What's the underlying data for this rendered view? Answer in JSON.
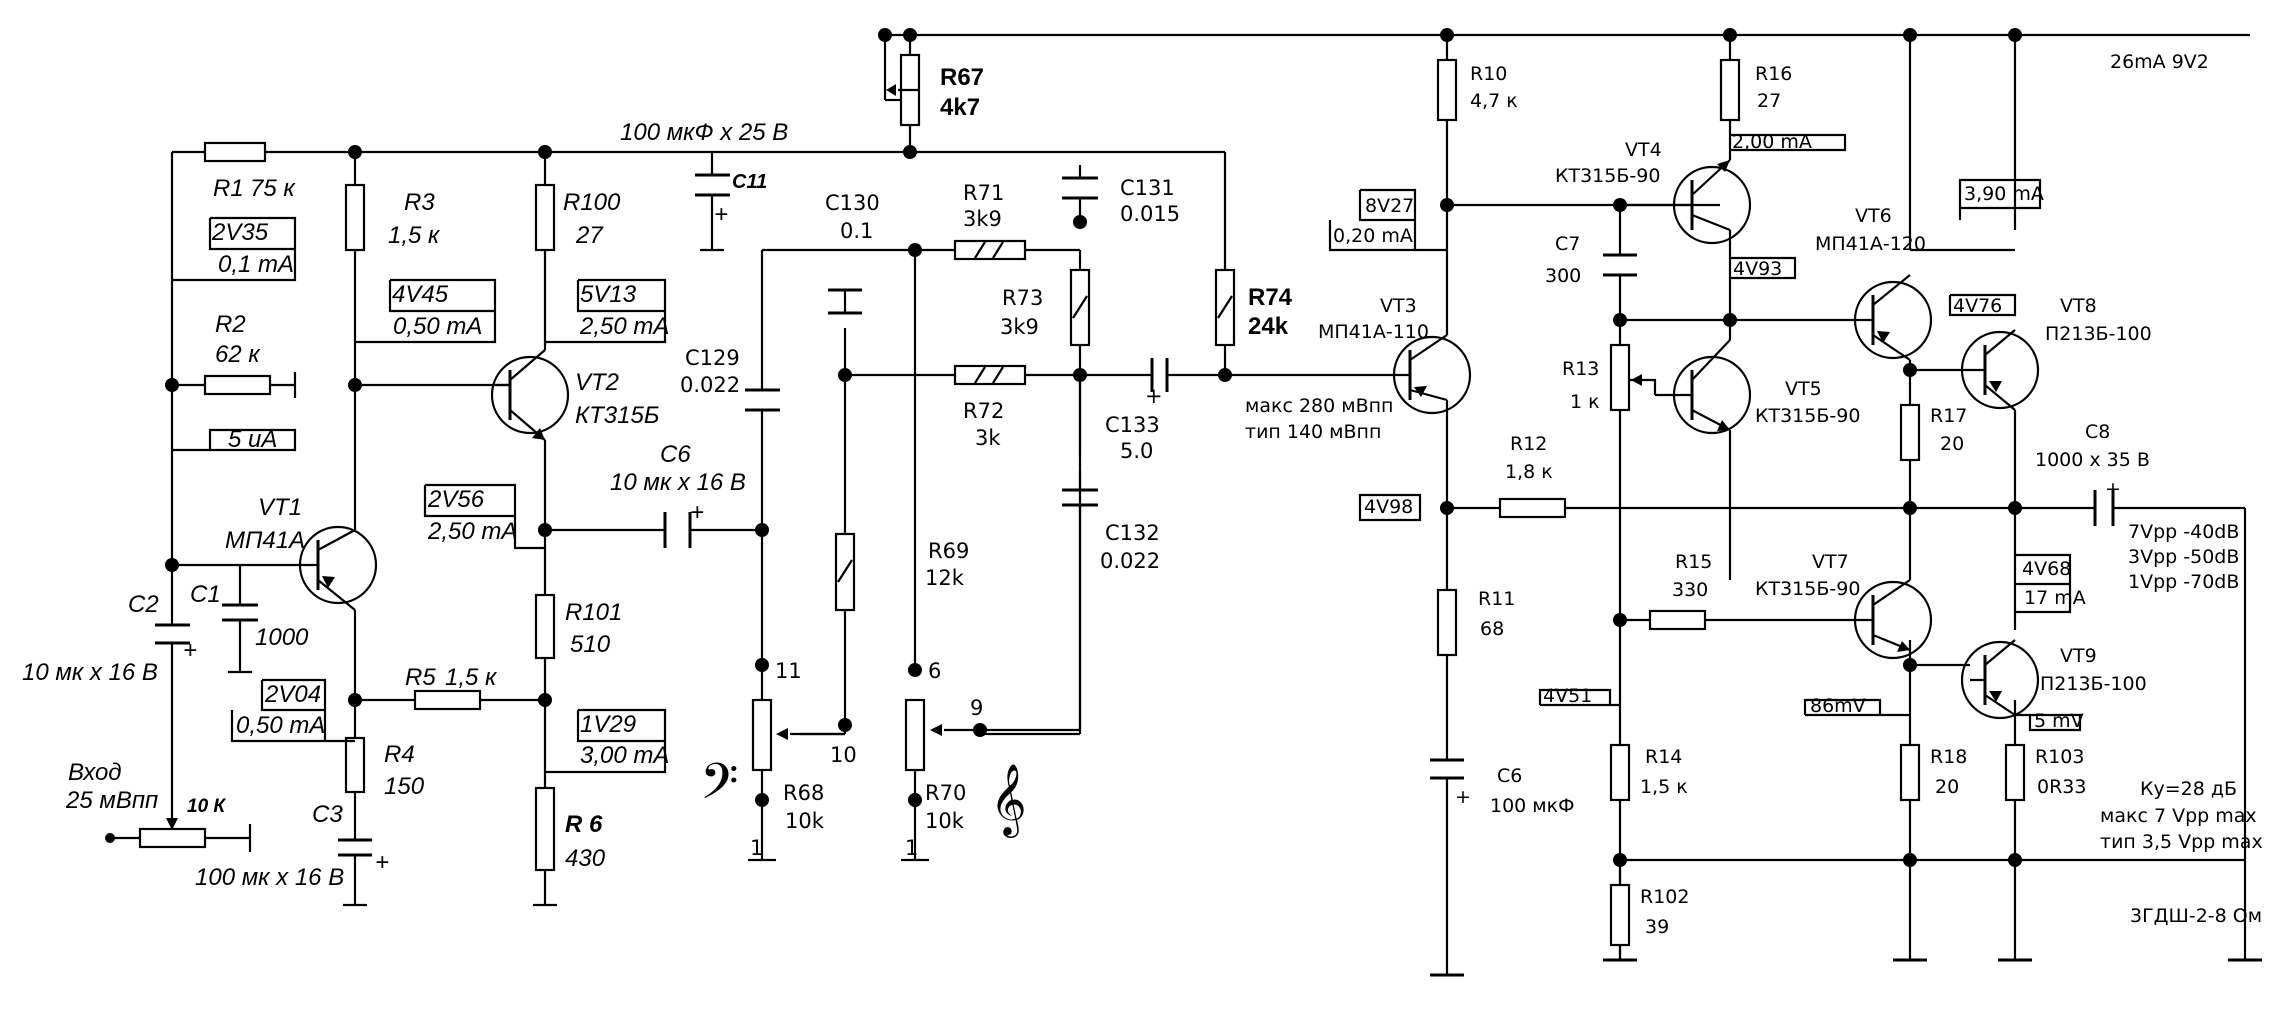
{
  "left": {
    "r1": {
      "name": "R1",
      "value": "75 к"
    },
    "r1_meas": {
      "voltage": "2V35",
      "current": "0,1 mA"
    },
    "r2": {
      "name": "R2",
      "value": "62 к"
    },
    "r2_meas": "5 uA",
    "r3": {
      "name": "R3",
      "value": "1,5 к"
    },
    "r3_meas": {
      "voltage": "4V45",
      "current": "0,50 mA"
    },
    "r100": {
      "name": "R100",
      "value": "27"
    },
    "r100_meas": {
      "voltage": "5V13",
      "current": "2,50 mA"
    },
    "c11": {
      "name": "C11",
      "value": "100 мкФ х 25 В"
    },
    "vt1": {
      "name": "VT1",
      "type": "МП41А"
    },
    "vt2": {
      "name": "VT2",
      "type": "КТ315Б"
    },
    "vt2_emitter_meas": {
      "voltage": "2V56",
      "current": "2,50 mA"
    },
    "c6": {
      "name": "С6",
      "value": "10 мк х 16 В"
    },
    "c2": {
      "name": "С2",
      "value": "10 мк х 16 В"
    },
    "c1": {
      "name": "С1",
      "value": "1000"
    },
    "r5": {
      "name": "R5",
      "value": "1,5 к"
    },
    "r4": {
      "name": "R4",
      "value": "150"
    },
    "r4_meas": {
      "voltage": "2V04",
      "current": "0,50 mA"
    },
    "c3": {
      "name": "С3",
      "value": "100 мк х 16 В"
    },
    "r101": {
      "name": "R101",
      "value": "510"
    },
    "r101_meas": {
      "voltage": "1V29",
      "current": "3,00 mA"
    },
    "r6": {
      "name": "R 6",
      "value": "430"
    },
    "input": {
      "label": "Вход",
      "level": "25 мВпп",
      "pot": "10 К"
    }
  },
  "tone": {
    "r67": {
      "name": "R67",
      "value": "4k7"
    },
    "c130": {
      "name": "C130",
      "value": "0.1"
    },
    "r71": {
      "name": "R71",
      "value": "3k9"
    },
    "c131": {
      "name": "C131",
      "value": "0.015"
    },
    "r73": {
      "name": "R73",
      "value": "3k9"
    },
    "r74": {
      "name": "R74",
      "value": "24k"
    },
    "c129": {
      "name": "C129",
      "value": "0.022"
    },
    "r72": {
      "name": "R72",
      "value": "3k"
    },
    "c133": {
      "name": "C133",
      "value": "5.0"
    },
    "c132": {
      "name": "C132",
      "value": "0.022"
    },
    "r69": {
      "name": "R69",
      "value": "12k"
    },
    "r68": {
      "name": "R68",
      "value": "10k"
    },
    "r70": {
      "name": "R70",
      "value": "10k"
    },
    "pins": {
      "p11": "11",
      "p10": "10",
      "p1a": "1",
      "p6": "6",
      "p9": "9",
      "p1b": "1"
    }
  },
  "amp": {
    "supply": "26mA 9V2",
    "r10": {
      "name": "R10",
      "value": "4,7 к"
    },
    "r16": {
      "name": "R16",
      "value": "27"
    },
    "vt4_meas": "2,00 mA",
    "vt4": {
      "name": "VT4",
      "type": "КТ315Б-90"
    },
    "vt3_meas": {
      "voltage": "8V27",
      "current": "0,20 mA"
    },
    "c7": {
      "name": "C7",
      "value": "300"
    },
    "vt6": {
      "name": "VT6",
      "type": "МП41А-120"
    },
    "vt6_meas": "3,90 mA",
    "vt4_e_meas": "4V93",
    "vt8_b_meas": "4V76",
    "vt8": {
      "name": "VT8",
      "type": "П213Б-100"
    },
    "vt3": {
      "name": "VT3",
      "type": "МП41А-110"
    },
    "vt3_note": {
      "max": "макс 280 мВпп",
      "typ": "тип 140 мВпп"
    },
    "r13": {
      "name": "R13",
      "value": "1 к"
    },
    "vt5": {
      "name": "VT5",
      "type": "КТ315Б-90"
    },
    "r17": {
      "name": "R17",
      "value": "20"
    },
    "c8": {
      "name": "C8",
      "value": "1000  х  35 В"
    },
    "r12": {
      "name": "R12",
      "value": "1,8 к"
    },
    "vt3_e_meas": "4V98",
    "out_levels": [
      "7Vpp -40dB",
      "3Vpp -50dB",
      "1Vpp -70dB"
    ],
    "vt7_meas": {
      "voltage": "4V68",
      "current": "17 mA"
    },
    "r15": {
      "name": "R15",
      "value": "330"
    },
    "vt7": {
      "name": "VT7",
      "type": "КТ315Б-90"
    },
    "r11": {
      "name": "R11",
      "value": "68"
    },
    "vt9": {
      "name": "VT9",
      "type": "П213Б-100"
    },
    "r14_meas": "4V51",
    "vt9_b_meas": "86mV",
    "vt9_e_meas": "5 mV",
    "r14": {
      "name": "R14",
      "value": "1,5 к"
    },
    "r18": {
      "name": "R18",
      "value": "20"
    },
    "r103": {
      "name": "R103",
      "value": "0R33"
    },
    "c6b": {
      "name": "C6",
      "value": "100 мкФ"
    },
    "gain": "Ку=28 дБ",
    "vmax": "макс 7 Vpp max",
    "vtyp": "тип 3,5 Vpp max",
    "r102": {
      "name": "R102",
      "value": "39"
    },
    "speaker": "3ГДШ-2-8 Ом"
  }
}
